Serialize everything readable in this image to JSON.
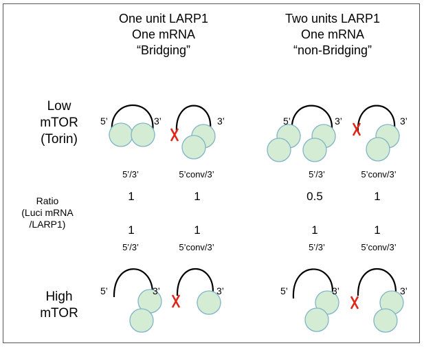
{
  "headers": [
    {
      "line1": "One unit LARP1",
      "line2": "One mRNA",
      "line3": "“Bridging”"
    },
    {
      "line1": "Two units LARP1",
      "line2": "One mRNA",
      "line3": "“non-Bridging”"
    }
  ],
  "row_low": {
    "line1": "Low",
    "line2": "mTOR",
    "line3": "(Torin)"
  },
  "row_high": {
    "line1": "High",
    "line2": "mTOR"
  },
  "ratio_label": {
    "line1": "Ratio",
    "line2": "(Luci mRNA",
    "line3": "/LARP1)"
  },
  "end_labels": {
    "five_prime": "5’",
    "three_prime": "3’"
  },
  "probe_labels": [
    "5’/3’",
    "5’conv/3’",
    "5’/3’",
    "5’conv/3’"
  ],
  "ratio_low": [
    "1",
    "1",
    "0.5",
    "1"
  ],
  "ratio_high": [
    "1",
    "1",
    "1",
    "1"
  ],
  "colors": {
    "circle_fill": "#d5ecd4",
    "circle_stroke": "#7fb3c9",
    "x_mark": "#e0261b",
    "arc": "#000000"
  }
}
